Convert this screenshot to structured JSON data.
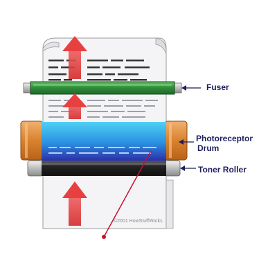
{
  "labels": {
    "fuser": "Fuser",
    "drum_line1": "Photoreceptor",
    "drum_line2": "Drum",
    "toner_roller": "Toner Roller"
  },
  "copyright": "©2001 HowStuffWorks",
  "colors": {
    "label_text": "#1d1f5e",
    "arrow": "#e23a3a",
    "fuser": "#2e8b3a",
    "drum_blue": "#2aa8e8",
    "drum_end_caps": "#d98a3a",
    "toner_roller": "#2a2a2a",
    "laser_line": "#c8102e"
  }
}
